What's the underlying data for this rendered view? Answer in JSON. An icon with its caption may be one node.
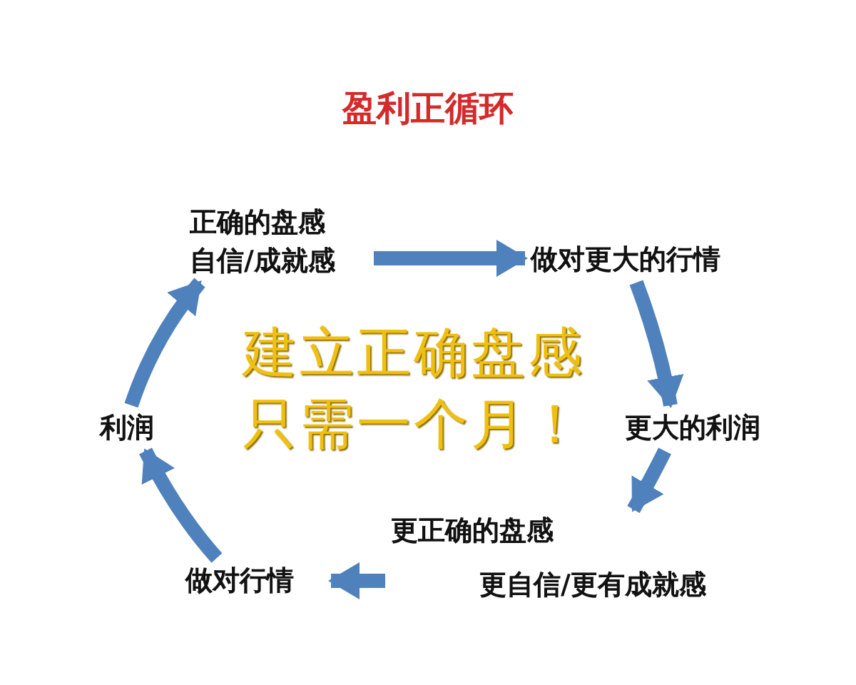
{
  "diagram": {
    "title": "盈利正循环",
    "nodes": [
      {
        "text": [
          "正确的盘感",
          "自信/成就感"
        ]
      },
      {
        "text": [
          "做对更大的行情"
        ]
      },
      {
        "text": [
          "更大的利润"
        ]
      },
      {
        "text": [
          "更正确的盘感",
          "更自信/更有成就感"
        ]
      },
      {
        "text": [
          "做对行情"
        ]
      },
      {
        "text": [
          "利润"
        ]
      }
    ],
    "edges": [
      {
        "from": 0,
        "to": 1,
        "arrow": "to"
      },
      {
        "from": 1,
        "to": 2,
        "arrow": "to"
      },
      {
        "from": 2,
        "to": 3,
        "arrow": "to"
      },
      {
        "from": 3,
        "to": 4,
        "arrow": "to"
      },
      {
        "from": 4,
        "to": 5,
        "arrow": "to"
      },
      {
        "from": 5,
        "to": 0,
        "arrow": "to"
      }
    ],
    "labels": [
      "建立正确盘感只需一个月！"
    ]
  }
}
